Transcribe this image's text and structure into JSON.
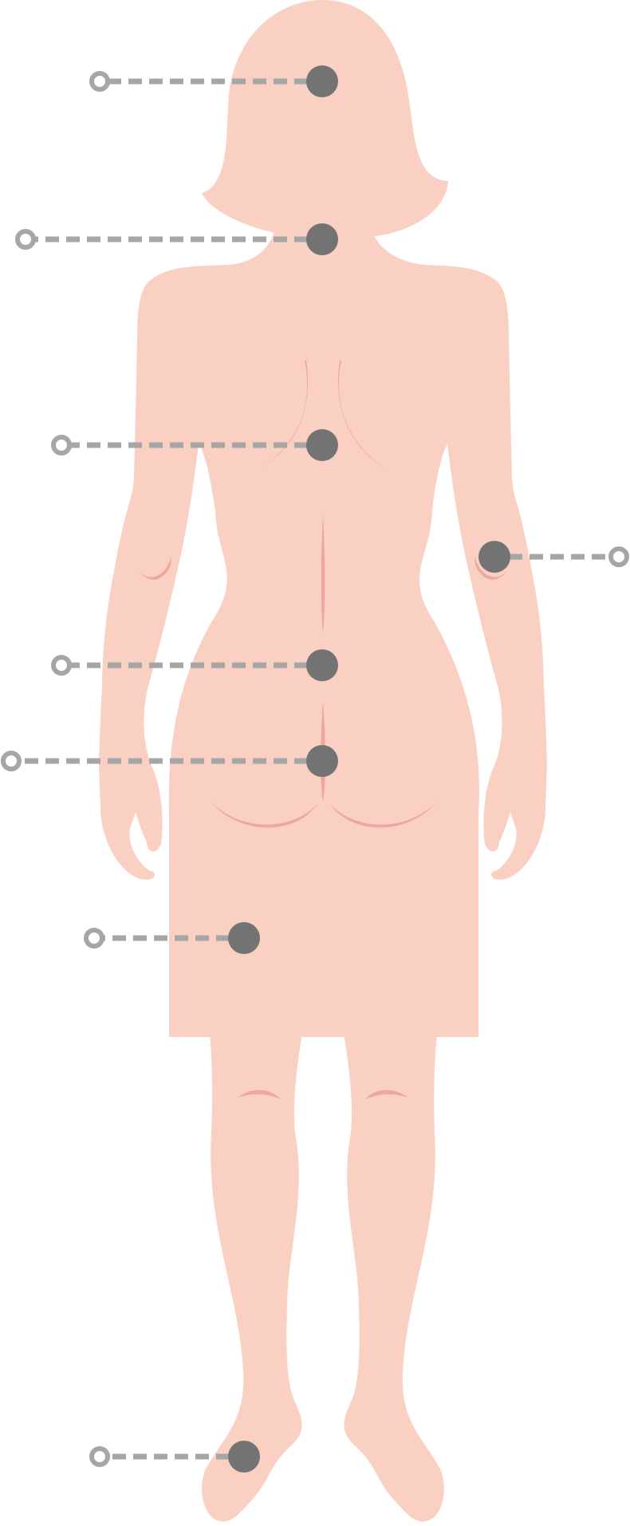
{
  "figure": {
    "colors": {
      "skin": "#fad0c3",
      "crease": "#eda89b",
      "marker": "#737373",
      "leader": "#a6a6a6",
      "anchor_fill": "#ffffff",
      "background": "#ffffff"
    },
    "callouts": [
      {
        "id": "head",
        "label": ""
      },
      {
        "id": "neck",
        "label": ""
      },
      {
        "id": "upper-back",
        "label": ""
      },
      {
        "id": "right-elbow",
        "label": ""
      },
      {
        "id": "lower-back",
        "label": ""
      },
      {
        "id": "sacrum",
        "label": ""
      },
      {
        "id": "left-thigh",
        "label": ""
      },
      {
        "id": "left-ankle",
        "label": ""
      }
    ]
  }
}
